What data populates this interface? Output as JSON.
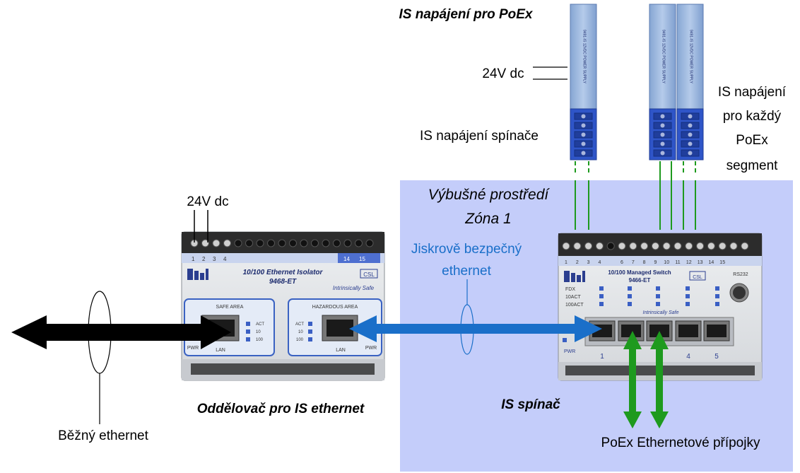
{
  "labels": {
    "is_supply_poex": "IS napájení pro PoEx",
    "supply_24v_top": "24V dc",
    "supply_24v_left": "24V dc",
    "switch_supply": "IS napájení spínače",
    "per_segment_lines": [
      "IS napájení",
      "pro každý",
      "PoEx",
      "segment"
    ],
    "zone_lines": [
      "Výbušné prostředí",
      "Zóna 1"
    ],
    "intrinsic_eth_lines": [
      "Jiskrově bezpečný",
      "ethernet"
    ],
    "isolator_caption": "Oddělovač pro IS ethernet",
    "switch_caption": "IS spínač",
    "normal_eth": "Běžný ethernet",
    "poex_ports": "PoEx Ethernetové přípojky"
  },
  "isolator": {
    "title1": "10/100 Ethernet Isolator",
    "title2": "9468-ET",
    "safe_area": "SAFE AREA",
    "hazardous_area": "HAZARDOUS AREA",
    "lan": "LAN",
    "pwr": "PWR",
    "act": "ACT",
    "l10": "10",
    "l100": "100",
    "intrinsically": "Intrinsically Safe",
    "terminals_left": [
      "1",
      "2",
      "3",
      "4"
    ],
    "terminals_right": [
      "14",
      "15"
    ],
    "logo": "MTL",
    "csl": "CSL"
  },
  "switch": {
    "title1": "10/100 Managed Switch",
    "title2": "9466-ET",
    "rs232": "RS232",
    "fdx": "FDX",
    "act10": "10ACT",
    "act100": "100ACT",
    "intrinsically": "Intrinsically Safe",
    "pwr": "PWR",
    "terminals": [
      "1",
      "2",
      "3",
      "4",
      "",
      "6",
      "7",
      "8",
      "9",
      "10",
      "11",
      "12",
      "13",
      "14",
      "15"
    ],
    "ports": [
      "1",
      "",
      "",
      "4",
      "5"
    ],
    "logo": "MTL",
    "csl": "CSL"
  },
  "power_module": {
    "text": "9491-IS 12VDC POWER SUPPLY"
  },
  "colors": {
    "zone_fill": "#c4cdfa",
    "blue_arrow": "#1a6fc9",
    "green": "#1e9a1e",
    "black_arrow": "#000000",
    "module_blue": "#2f55c8",
    "module_light": "#9ab6dc"
  }
}
